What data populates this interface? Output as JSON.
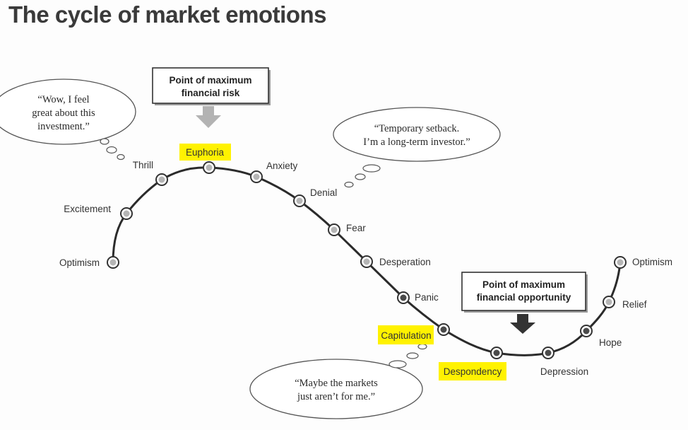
{
  "title": "The cycle of market emotions",
  "colors": {
    "highlight": "#fff200",
    "curve": "#2b2b2b",
    "node_fill": "#b5b5b5",
    "node_dark": "#4a4a4a",
    "arrow_light": "#b3b3b3",
    "arrow_dark": "#333333"
  },
  "stages": [
    {
      "label": "Optimism",
      "highlighted": false
    },
    {
      "label": "Excitement",
      "highlighted": false
    },
    {
      "label": "Thrill",
      "highlighted": false
    },
    {
      "label": "Euphoria",
      "highlighted": true
    },
    {
      "label": "Anxiety",
      "highlighted": false
    },
    {
      "label": "Denial",
      "highlighted": false
    },
    {
      "label": "Fear",
      "highlighted": false
    },
    {
      "label": "Desperation",
      "highlighted": false
    },
    {
      "label": "Panic",
      "highlighted": false
    },
    {
      "label": "Capitulation",
      "highlighted": true
    },
    {
      "label": "Despondency",
      "highlighted": true
    },
    {
      "label": "Depression",
      "highlighted": false
    },
    {
      "label": "Hope",
      "highlighted": false
    },
    {
      "label": "Relief",
      "highlighted": false
    },
    {
      "label": "Optimism",
      "highlighted": false
    }
  ],
  "callouts": {
    "risk": {
      "lines": [
        "Point of maximum",
        "financial risk"
      ],
      "arrow": "down-arrow-light"
    },
    "opportunity": {
      "lines": [
        "Point of maximum",
        "financial opportunity"
      ],
      "arrow": "down-arrow-dark"
    }
  },
  "bubbles": {
    "excitement": {
      "lines": [
        "“Wow, I feel",
        "great about this",
        "investment.”"
      ]
    },
    "setback": {
      "lines": [
        "“Temporary setback.",
        "I’m a long-term investor.”"
      ]
    },
    "despair": {
      "lines": [
        "“Maybe the markets",
        "just aren’t for me.”"
      ]
    }
  }
}
